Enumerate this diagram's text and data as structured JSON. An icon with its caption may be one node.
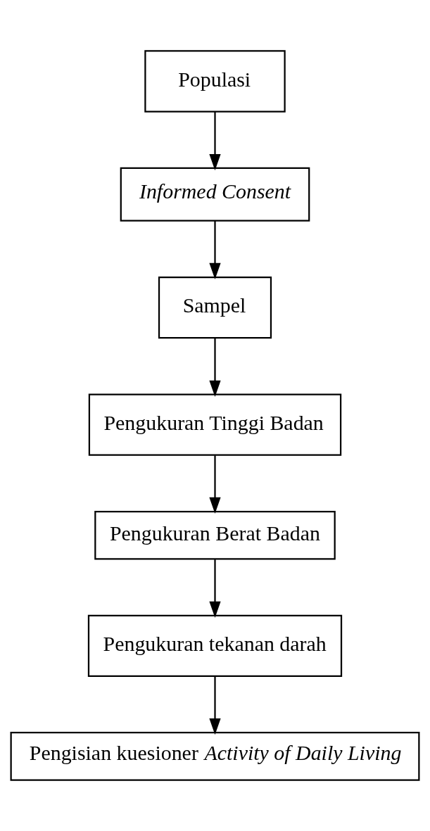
{
  "diagram": {
    "nodes": [
      {
        "text": [
          "Populasi"
        ]
      },
      {
        "text": [
          "Informed Consent"
        ]
      },
      {
        "text": [
          "Sampel"
        ]
      },
      {
        "text": [
          "Pengukuran Tinggi Badan"
        ]
      },
      {
        "text": [
          "Pengukuran Berat Badan"
        ]
      },
      {
        "text": [
          "Pengukuran tekanan darah"
        ]
      },
      {
        "text": [
          "Pengisian kuesioner *Activity of Daily Living*"
        ]
      }
    ],
    "edges": [
      {
        "from": 0,
        "to": 1,
        "arrow": "to"
      },
      {
        "from": 1,
        "to": 2,
        "arrow": "to"
      },
      {
        "from": 2,
        "to": 3,
        "arrow": "to"
      },
      {
        "from": 3,
        "to": 4,
        "arrow": "to"
      },
      {
        "from": 4,
        "to": 5,
        "arrow": "to"
      },
      {
        "from": 5,
        "to": 6,
        "arrow": "to"
      }
    ]
  }
}
